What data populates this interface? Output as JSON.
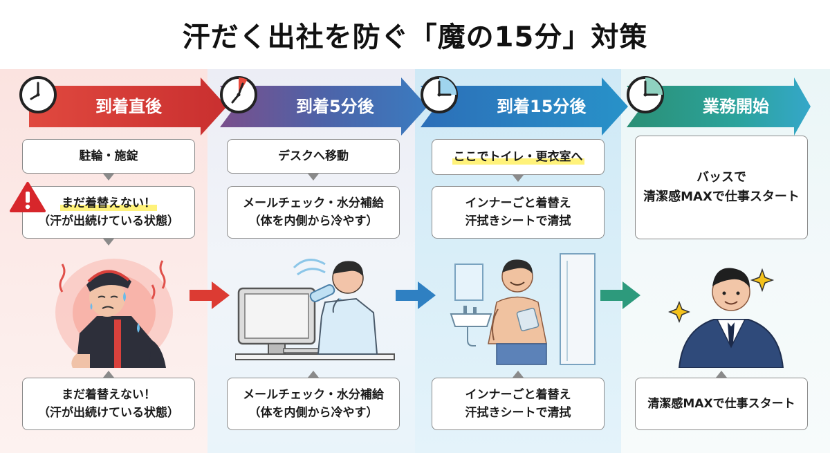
{
  "title": "汗だく出社を防ぐ「魔の15分」対策",
  "colors": {
    "stage1": "#d93a36",
    "stage2": "#3f6fb4",
    "stage3": "#2b84c6",
    "stage4": "#2c9a86",
    "highlight": "#fff27a",
    "warning": "#d7262b"
  },
  "stages": [
    {
      "label": "到着直後",
      "clock_icon": "clock-icon",
      "top_box": [
        "駐輪・施錠"
      ],
      "middle_box": [
        "まだ着替えない！",
        "（汗が出続けている状態）"
      ],
      "bottom_box": [
        "まだ着替えない！",
        "（汗が出続けている状態）"
      ],
      "illustration": "sweating-cyclist"
    },
    {
      "label": "到着5分後",
      "clock_icon": "clock-icon",
      "top_box": [
        "デスクへ移動"
      ],
      "middle_box": [
        "メールチェック・水分補給",
        "（体を内側から冷やす）"
      ],
      "bottom_box": [
        "メールチェック・水分補給",
        "（体を内側から冷やす）"
      ],
      "illustration": "man-drinking-at-desk"
    },
    {
      "label": "到着15分後",
      "clock_icon": "clock-icon",
      "top_box": [
        "ここでトイレ・更衣室へ"
      ],
      "middle_box": [
        "インナーごと着替え",
        "汗拭きシートで清拭"
      ],
      "bottom_box": [
        "インナーごと着替え",
        "汗拭きシートで清拭"
      ],
      "illustration": "man-wiping-sweat"
    },
    {
      "label": "業務開始",
      "clock_icon": "clock-icon",
      "top_box": [
        "バッスで",
        "清潔感MAXで仕事スタート"
      ],
      "bottom_box": [
        "清潔感MAXで仕事スタート"
      ],
      "illustration": "businessman-in-suit"
    }
  ],
  "icons": [
    "clock-icon",
    "warning-icon",
    "flow-arrow-icon",
    "sparkle-icon"
  ]
}
